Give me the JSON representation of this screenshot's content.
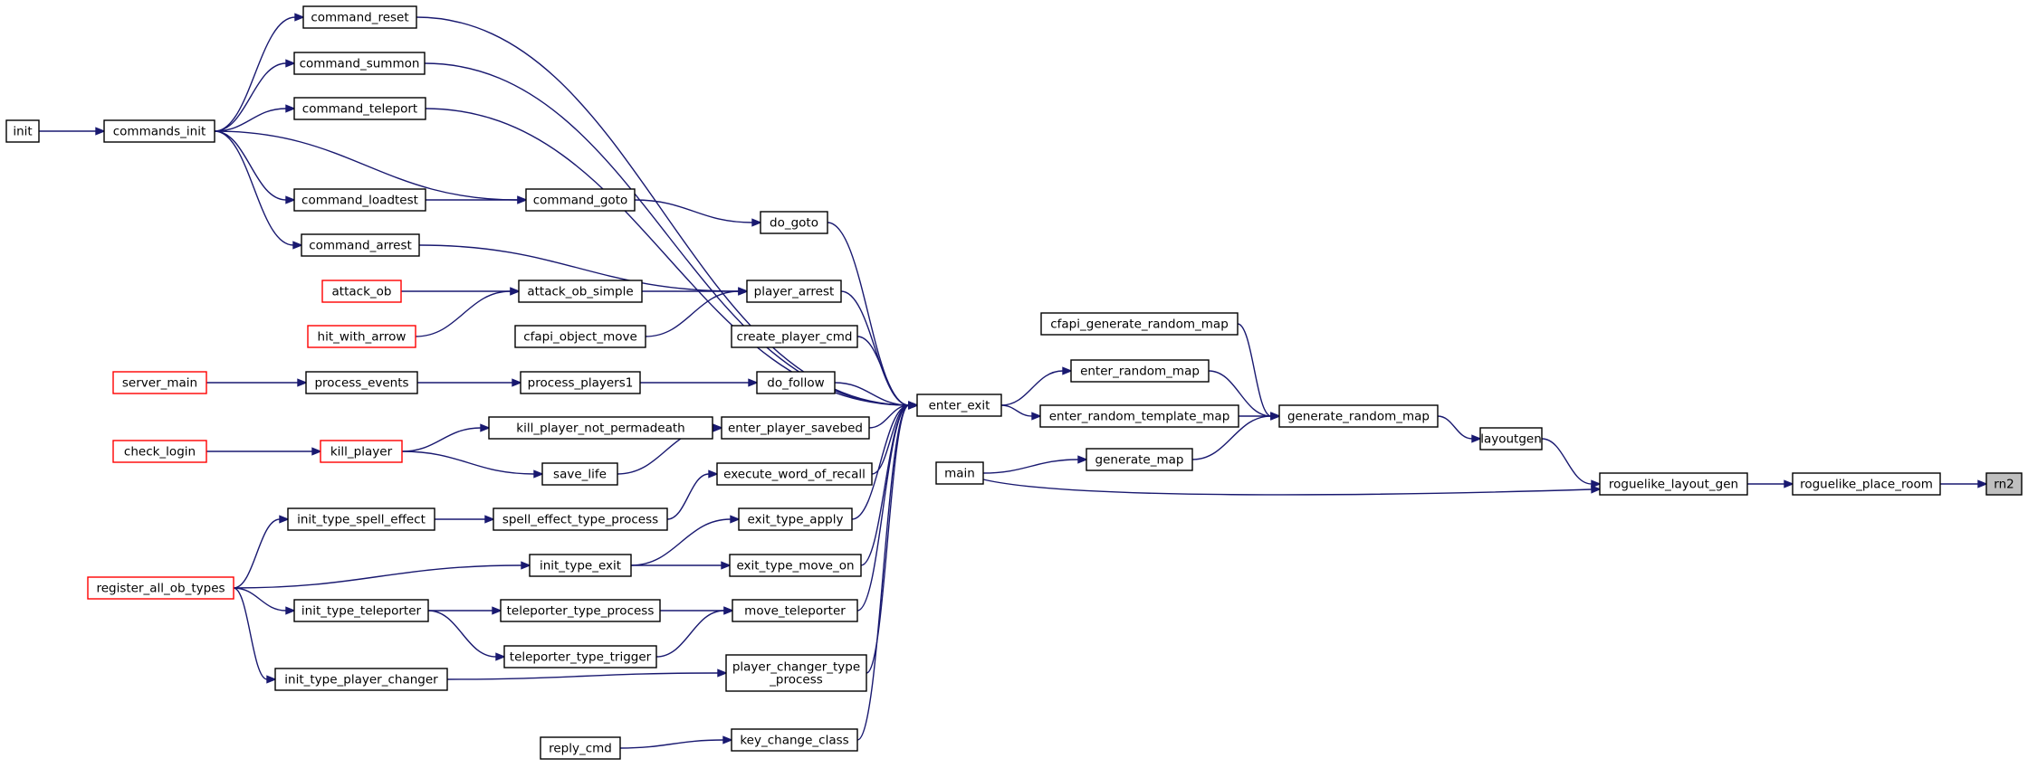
{
  "graph": {
    "colors": {
      "edge": "#191970",
      "border": "#000000",
      "truncated_border": "#ff0000",
      "root_fill": "#bfbfbf"
    },
    "nodes": {
      "init": {
        "label": "init"
      },
      "commands_init": {
        "label": "commands_init"
      },
      "command_reset": {
        "label": "command_reset"
      },
      "command_summon": {
        "label": "command_summon"
      },
      "command_teleport": {
        "label": "command_teleport"
      },
      "command_loadtest": {
        "label": "command_loadtest"
      },
      "command_arrest": {
        "label": "command_arrest"
      },
      "command_goto": {
        "label": "command_goto"
      },
      "do_goto": {
        "label": "do_goto"
      },
      "attack_ob": {
        "label": "attack_ob",
        "truncated": true
      },
      "hit_with_arrow": {
        "label": "hit_with_arrow",
        "truncated": true
      },
      "attack_ob_simple": {
        "label": "attack_ob_simple"
      },
      "cfapi_object_move": {
        "label": "cfapi_object_move"
      },
      "player_arrest": {
        "label": "player_arrest"
      },
      "create_player_cmd": {
        "label": "create_player_cmd"
      },
      "server_main": {
        "label": "server_main",
        "truncated": true
      },
      "process_events": {
        "label": "process_events"
      },
      "process_players1": {
        "label": "process_players1"
      },
      "do_follow": {
        "label": "do_follow"
      },
      "check_login": {
        "label": "check_login",
        "truncated": true
      },
      "kill_player": {
        "label": "kill_player",
        "truncated": true
      },
      "kill_player_not_permadeath": {
        "label": "kill_player_not_permadeath"
      },
      "save_life": {
        "label": "save_life"
      },
      "enter_player_savebed": {
        "label": "enter_player_savebed"
      },
      "execute_word_of_recall": {
        "label": "execute_word_of_recall"
      },
      "init_type_spell_effect": {
        "label": "init_type_spell_effect"
      },
      "spell_effect_type_process": {
        "label": "spell_effect_type_process"
      },
      "register_all_ob_types": {
        "label": "register_all_ob_types",
        "truncated": true
      },
      "init_type_exit": {
        "label": "init_type_exit"
      },
      "exit_type_apply": {
        "label": "exit_type_apply"
      },
      "exit_type_move_on": {
        "label": "exit_type_move_on"
      },
      "init_type_teleporter": {
        "label": "init_type_teleporter"
      },
      "teleporter_type_process": {
        "label": "teleporter_type_process"
      },
      "teleporter_type_trigger": {
        "label": "teleporter_type_trigger"
      },
      "move_teleporter": {
        "label": "move_teleporter"
      },
      "init_type_player_changer": {
        "label": "init_type_player_changer"
      },
      "player_changer_type_process": {
        "label": "player_changer_type\n_process"
      },
      "reply_cmd": {
        "label": "reply_cmd"
      },
      "key_change_class": {
        "label": "key_change_class"
      },
      "enter_exit": {
        "label": "enter_exit"
      },
      "cfapi_generate_random_map": {
        "label": "cfapi_generate_random_map"
      },
      "enter_random_map": {
        "label": "enter_random_map"
      },
      "enter_random_template_map": {
        "label": "enter_random_template_map"
      },
      "main": {
        "label": "main"
      },
      "generate_map": {
        "label": "generate_map"
      },
      "generate_random_map": {
        "label": "generate_random_map"
      },
      "layoutgen": {
        "label": "layoutgen"
      },
      "roguelike_layout_gen": {
        "label": "roguelike_layout_gen"
      },
      "roguelike_place_room": {
        "label": "roguelike_place_room"
      },
      "rn2": {
        "label": "rn2",
        "root": true
      }
    },
    "edges": [
      [
        "init",
        "commands_init"
      ],
      [
        "commands_init",
        "command_reset"
      ],
      [
        "commands_init",
        "command_summon"
      ],
      [
        "commands_init",
        "command_teleport"
      ],
      [
        "commands_init",
        "command_loadtest"
      ],
      [
        "commands_init",
        "command_arrest"
      ],
      [
        "commands_init",
        "command_goto"
      ],
      [
        "command_loadtest",
        "command_goto"
      ],
      [
        "command_goto",
        "do_goto"
      ],
      [
        "command_arrest",
        "player_arrest"
      ],
      [
        "attack_ob",
        "attack_ob_simple"
      ],
      [
        "hit_with_arrow",
        "attack_ob_simple"
      ],
      [
        "attack_ob_simple",
        "player_arrest"
      ],
      [
        "cfapi_object_move",
        "player_arrest"
      ],
      [
        "server_main",
        "process_events"
      ],
      [
        "process_events",
        "process_players1"
      ],
      [
        "process_players1",
        "do_follow"
      ],
      [
        "check_login",
        "kill_player"
      ],
      [
        "kill_player",
        "kill_player_not_permadeath"
      ],
      [
        "kill_player",
        "save_life"
      ],
      [
        "kill_player_not_permadeath",
        "enter_player_savebed"
      ],
      [
        "save_life",
        "enter_player_savebed"
      ],
      [
        "init_type_spell_effect",
        "spell_effect_type_process"
      ],
      [
        "spell_effect_type_process",
        "execute_word_of_recall"
      ],
      [
        "register_all_ob_types",
        "init_type_spell_effect"
      ],
      [
        "register_all_ob_types",
        "init_type_exit"
      ],
      [
        "register_all_ob_types",
        "init_type_teleporter"
      ],
      [
        "register_all_ob_types",
        "init_type_player_changer"
      ],
      [
        "init_type_exit",
        "exit_type_apply"
      ],
      [
        "init_type_exit",
        "exit_type_move_on"
      ],
      [
        "init_type_teleporter",
        "teleporter_type_process"
      ],
      [
        "init_type_teleporter",
        "teleporter_type_trigger"
      ],
      [
        "teleporter_type_process",
        "move_teleporter"
      ],
      [
        "teleporter_type_trigger",
        "move_teleporter"
      ],
      [
        "init_type_player_changer",
        "player_changer_type_process"
      ],
      [
        "reply_cmd",
        "key_change_class"
      ],
      [
        "command_reset",
        "enter_exit"
      ],
      [
        "command_summon",
        "enter_exit"
      ],
      [
        "command_teleport",
        "enter_exit"
      ],
      [
        "do_goto",
        "enter_exit"
      ],
      [
        "player_arrest",
        "enter_exit"
      ],
      [
        "create_player_cmd",
        "enter_exit"
      ],
      [
        "do_follow",
        "enter_exit"
      ],
      [
        "enter_player_savebed",
        "enter_exit"
      ],
      [
        "execute_word_of_recall",
        "enter_exit"
      ],
      [
        "exit_type_apply",
        "enter_exit"
      ],
      [
        "exit_type_move_on",
        "enter_exit"
      ],
      [
        "move_teleporter",
        "enter_exit"
      ],
      [
        "player_changer_type_process",
        "enter_exit"
      ],
      [
        "key_change_class",
        "enter_exit"
      ],
      [
        "enter_exit",
        "enter_random_map"
      ],
      [
        "enter_exit",
        "enter_random_template_map"
      ],
      [
        "cfapi_generate_random_map",
        "generate_random_map"
      ],
      [
        "enter_random_map",
        "generate_random_map"
      ],
      [
        "enter_random_template_map",
        "generate_random_map"
      ],
      [
        "generate_map",
        "generate_random_map"
      ],
      [
        "main",
        "generate_map"
      ],
      [
        "main",
        "roguelike_layout_gen"
      ],
      [
        "generate_random_map",
        "layoutgen"
      ],
      [
        "layoutgen",
        "roguelike_layout_gen"
      ],
      [
        "roguelike_layout_gen",
        "roguelike_place_room"
      ],
      [
        "roguelike_place_room",
        "rn2"
      ]
    ]
  }
}
